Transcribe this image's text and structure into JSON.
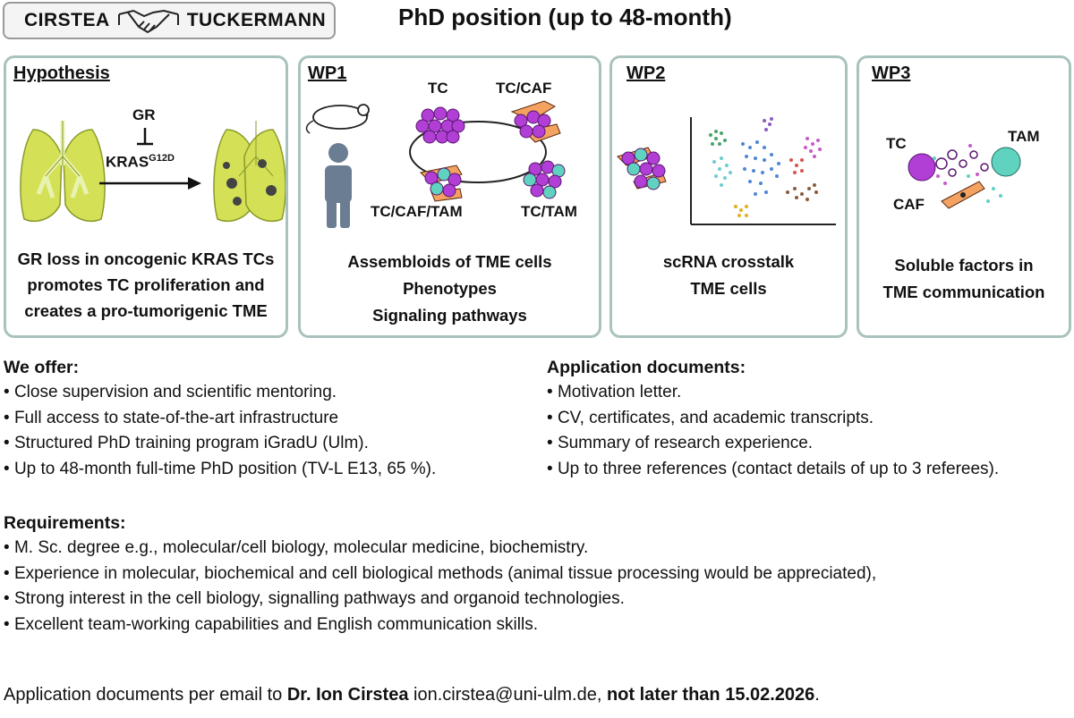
{
  "header": {
    "logo_left": "CIRSTEA",
    "logo_right": "TUCKERMANN",
    "logo_icon": "handshake-icon",
    "title": "PhD position (up to 48-month)"
  },
  "panels": {
    "hypothesis": {
      "title": "Hypothesis",
      "gr_label": "GR",
      "kras_label": "KRAS",
      "kras_superscript": "G12D",
      "caption": [
        "GR loss in oncogenic KRAS TCs",
        "promotes TC proliferation and",
        "creates a pro-tumorigenic TME"
      ]
    },
    "wp1": {
      "title": "WP1",
      "label_tc": "TC",
      "label_tc_caf": "TC/CAF",
      "label_tc_caf_tam": "TC/CAF/TAM",
      "label_tc_tam": "TC/TAM",
      "caption": [
        "Assembloids of TME cells",
        "Phenotypes",
        "Signaling pathways"
      ]
    },
    "wp2": {
      "title": "WP2",
      "caption": [
        "scRNA crosstalk",
        "TME cells"
      ]
    },
    "wp3": {
      "title": "WP3",
      "label_tc": "TC",
      "label_tam": "TAM",
      "label_caf": "CAF",
      "caption": [
        "Soluble factors in",
        "TME communication"
      ]
    }
  },
  "offer": {
    "heading": "We offer:",
    "items": [
      "Close supervision and scientific mentoring.",
      "Full access to state-of-the-art infrastructure",
      "Structured PhD training program iGradU (Ulm).",
      "Up to 48-month full-time PhD position (TV-L E13, 65 %)."
    ]
  },
  "application": {
    "heading": "Application documents:",
    "items": [
      "Motivation letter.",
      "CV, certificates, and academic transcripts.",
      "Summary of research experience.",
      "Up to three references (contact details of up to 3 referees)."
    ]
  },
  "requirements": {
    "heading": "Requirements:",
    "items": [
      "M. Sc. degree e.g., molecular/cell biology,  molecular medicine, biochemistry.",
      "Experience in molecular, biochemical and cell biological methods (animal tissue processing would be appreciated),",
      "Strong interest in the cell biology, signalling pathways and organoid technologies.",
      "Excellent team-working capabilities and English communication skills."
    ]
  },
  "footer": {
    "prefix": "Application documents per email to ",
    "contact_name": "Dr. Ion Cirstea",
    "email": " ion.cirstea@uni-ulm.de, ",
    "deadline": "not later than 15.02.2026",
    "suffix": "."
  },
  "colors": {
    "panel_border": "#a9c2bd",
    "lung_green": "#d4e157",
    "tumor_purple": "#b13fd6",
    "teal": "#5fd3c0",
    "caf_orange": "#f4a261"
  }
}
